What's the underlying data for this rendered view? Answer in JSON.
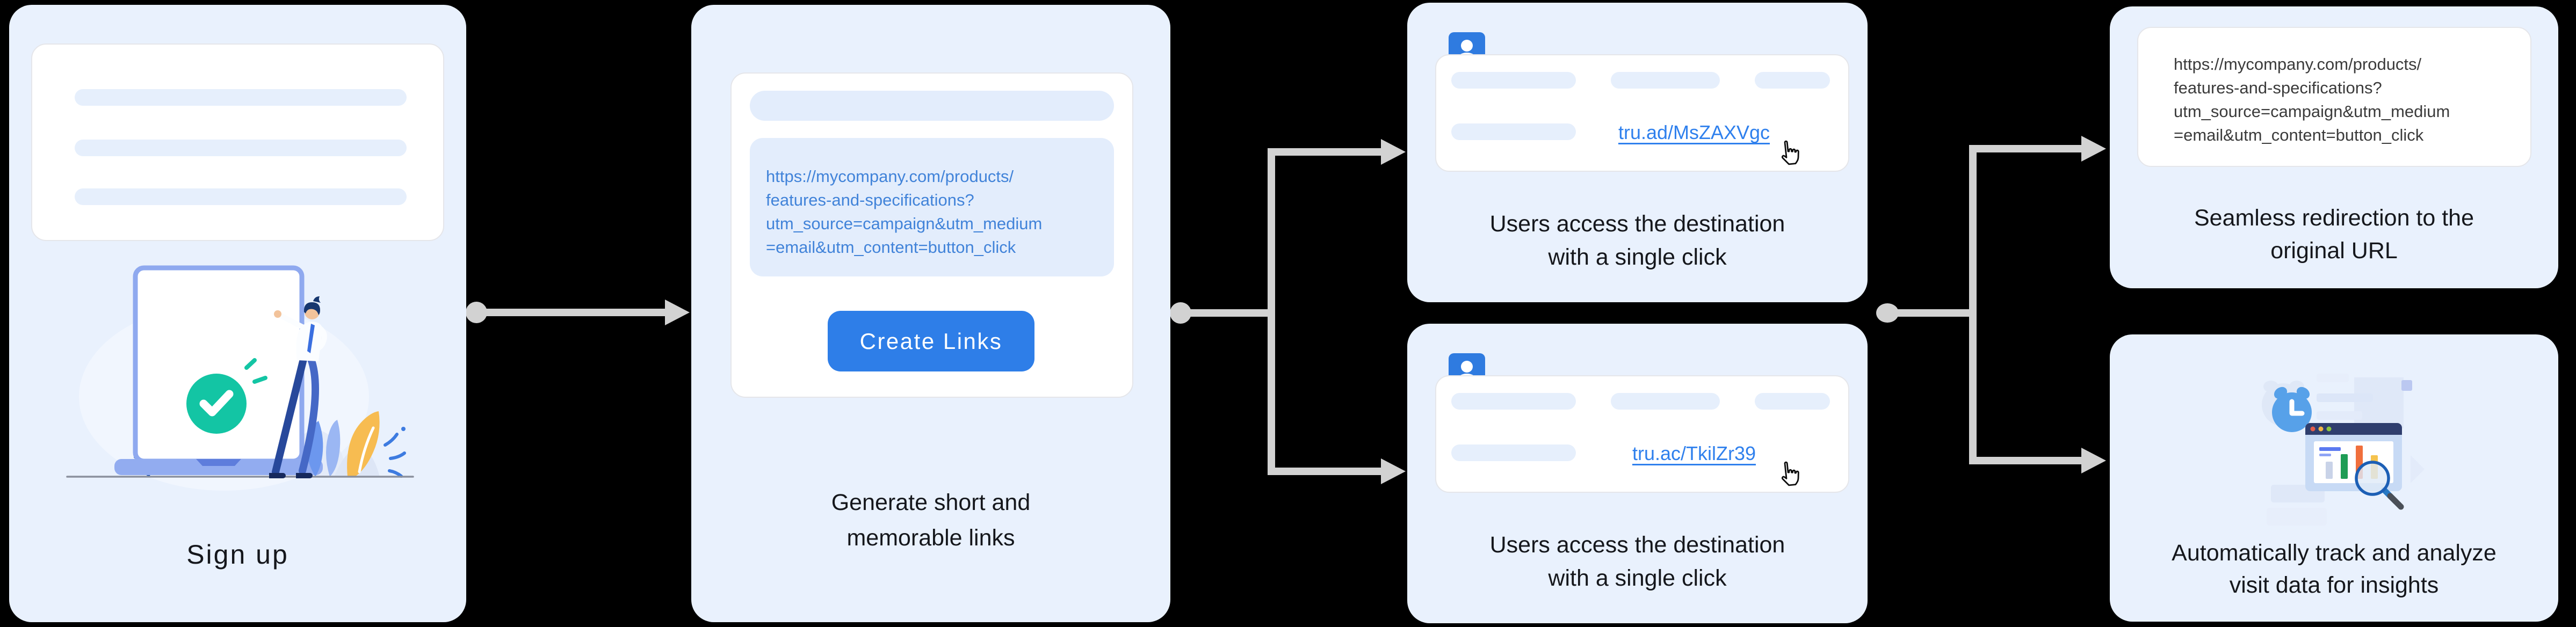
{
  "colors": {
    "page_background": "#000000",
    "panel_background": "#E9F1FD",
    "accent_blue": "#2E7EE8",
    "link_blue": "#2F80ED",
    "url_text_blue": "#4183D9",
    "url_text_dark": "#3B3B3B",
    "caption_text": "#15171C",
    "arrow_gray": "#D2D2D2",
    "user_icon_blue": "#2F7BE0",
    "check_teal": "#13C5A4"
  },
  "panels": {
    "signup": {
      "caption": "Sign up"
    },
    "generate": {
      "url_line1": "https://mycompany.com/products/",
      "url_line2": "features-and-specifications?",
      "url_line3": "utm_source=campaign&utm_medium",
      "url_line4": "=email&utm_content=button_click",
      "button_label": "Create Links",
      "caption_line1": "Generate short and",
      "caption_line2": "memorable links"
    },
    "access_top": {
      "short_link": "tru.ad/MsZAXVgc",
      "caption_line1": "Users access the destination",
      "caption_line2": "with a single click"
    },
    "access_bottom": {
      "short_link": "tru.ac/TkilZr39",
      "caption_line1": "Users access the destination",
      "caption_line2": "with a single click"
    },
    "redirect": {
      "url_line1": "https://mycompany.com/products/",
      "url_line2": "features-and-specifications?",
      "url_line3": "utm_source=campaign&utm_medium",
      "url_line4": "=email&utm_content=button_click",
      "caption_line1": "Seamless redirection to the",
      "caption_line2": "original URL"
    },
    "analytics": {
      "caption_line1": "Automatically track and analyze",
      "caption_line2": "visit data for insights"
    }
  }
}
